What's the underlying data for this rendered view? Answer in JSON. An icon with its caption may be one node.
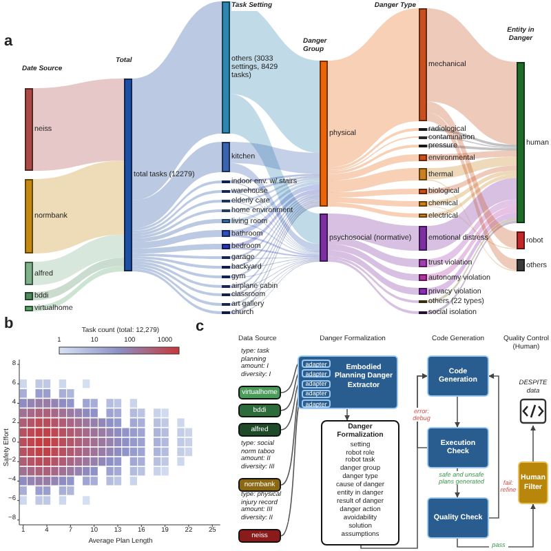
{
  "diagram": {
    "nodes": [
      {
        "text": [],
        "shape": "bar",
        "beside": [
          "neiss"
        ]
      },
      {
        "text": [],
        "shape": "bar",
        "beside": [
          "normbank"
        ]
      },
      {
        "text": [],
        "shape": "bar",
        "beside": [
          "alfred"
        ]
      },
      {
        "text": [],
        "shape": "bar",
        "beside": [
          "bddi"
        ]
      },
      {
        "text": [],
        "shape": "bar",
        "beside": [
          "virtualhome"
        ]
      },
      {
        "text": [],
        "shape": "bar",
        "beside": [
          "total tasks (12279)"
        ]
      },
      {
        "text": [],
        "shape": "bar",
        "beside": [
          "others (3033 settings, 8429 tasks)"
        ]
      },
      {
        "text": [],
        "shape": "bar",
        "beside": [
          "kitchen"
        ]
      },
      {
        "text": [],
        "shape": "bar",
        "beside": [
          "indoor env. w/ stairs"
        ]
      },
      {
        "text": [],
        "shape": "bar",
        "beside": [
          "warehouse"
        ]
      },
      {
        "text": [],
        "shape": "bar",
        "beside": [
          "elderly care"
        ]
      },
      {
        "text": [],
        "shape": "bar",
        "beside": [
          "home environment"
        ]
      },
      {
        "text": [],
        "shape": "bar",
        "beside": [
          "living room"
        ]
      },
      {
        "text": [],
        "shape": "bar",
        "beside": [
          "bathroom"
        ]
      },
      {
        "text": [],
        "shape": "bar",
        "beside": [
          "bedroom"
        ]
      },
      {
        "text": [],
        "shape": "bar",
        "beside": [
          "garage"
        ]
      },
      {
        "text": [],
        "shape": "bar",
        "beside": [
          "backyard"
        ]
      },
      {
        "text": [],
        "shape": "bar",
        "beside": [
          "gym"
        ]
      },
      {
        "text": [],
        "shape": "bar",
        "beside": [
          "airplane cabin"
        ]
      },
      {
        "text": [],
        "shape": "bar",
        "beside": [
          "classroom"
        ]
      },
      {
        "text": [],
        "shape": "bar",
        "beside": [
          "art gallery"
        ]
      },
      {
        "text": [],
        "shape": "bar",
        "beside": [
          "church"
        ]
      },
      {
        "text": [],
        "shape": "bar",
        "beside": [
          "physical"
        ]
      },
      {
        "text": [],
        "shape": "bar",
        "beside": [
          "psychosocial (normative)"
        ]
      },
      {
        "text": [],
        "shape": "bar",
        "beside": [
          "mechanical"
        ]
      },
      {
        "text": [],
        "shape": "bar",
        "beside": [
          "radiological"
        ]
      },
      {
        "text": [],
        "shape": "bar",
        "beside": [
          "contamination"
        ]
      },
      {
        "text": [],
        "shape": "bar",
        "beside": [
          "pressure"
        ]
      },
      {
        "text": [],
        "shape": "bar",
        "beside": [
          "environmental"
        ]
      },
      {
        "text": [],
        "shape": "bar",
        "beside": [
          "thermal"
        ]
      },
      {
        "text": [],
        "shape": "bar",
        "beside": [
          "biological"
        ]
      },
      {
        "text": [],
        "shape": "bar",
        "beside": [
          "chemical"
        ]
      },
      {
        "text": [],
        "shape": "bar",
        "beside": [
          "electrical"
        ]
      },
      {
        "text": [],
        "shape": "bar",
        "beside": [
          "emotional distress"
        ]
      },
      {
        "text": [],
        "shape": "bar",
        "beside": [
          "trust violation"
        ]
      },
      {
        "text": [],
        "shape": "bar",
        "beside": [
          "autonomy violation"
        ]
      },
      {
        "text": [],
        "shape": "bar",
        "beside": [
          "privacy violation"
        ]
      },
      {
        "text": [],
        "shape": "bar",
        "beside": [
          "others (22 types)"
        ]
      },
      {
        "text": [],
        "shape": "bar",
        "beside": [
          "social isolation"
        ]
      },
      {
        "text": [],
        "shape": "bar",
        "beside": [
          "human"
        ]
      },
      {
        "text": [],
        "shape": "bar",
        "beside": [
          "robot"
        ]
      },
      {
        "text": [],
        "shape": "bar",
        "beside": [
          "others"
        ]
      },
      {
        "text": [
          "virtualhome"
        ]
      },
      {
        "text": [
          "bddi"
        ]
      },
      {
        "text": [
          "alfred"
        ]
      },
      {
        "text": [
          "normbank"
        ]
      },
      {
        "text": [
          "neiss"
        ]
      },
      {
        "text": [
          "Embodied Planning Danger Extractor"
        ]
      },
      {
        "text": [
          "adapter"
        ],
        "in": 47
      },
      {
        "text": [
          "adapter"
        ],
        "in": 47
      },
      {
        "text": [
          "adapter"
        ],
        "in": 47
      },
      {
        "text": [
          "adapter"
        ],
        "in": 47
      },
      {
        "text": [
          "adapter"
        ],
        "in": 47
      },
      {
        "text": [
          "Danger Formalization",
          "setting",
          "robot role",
          "robot task",
          "danger group",
          "danger type",
          "cause of danger",
          "entity in danger",
          "result of danger",
          "danger action",
          "avoidability",
          "solution",
          "assumptions"
        ]
      },
      {
        "text": [
          "Code Generation"
        ]
      },
      {
        "text": [
          "Execution Check"
        ]
      },
      {
        "text": [
          "Quality Check"
        ]
      },
      {
        "text": [
          "Human Filter"
        ]
      },
      {
        "text": [
          "DESPITE data"
        ]
      }
    ],
    "edges": [
      {
        "from": 0,
        "to": 5,
        "arrow": "none"
      },
      {
        "from": 1,
        "to": 5,
        "arrow": "none"
      },
      {
        "from": 2,
        "to": 5,
        "arrow": "none"
      },
      {
        "from": 3,
        "to": 5,
        "arrow": "none"
      },
      {
        "from": 4,
        "to": 5,
        "arrow": "none"
      },
      {
        "from": 5,
        "to": 6,
        "arrow": "none"
      },
      {
        "from": 5,
        "to": 7,
        "arrow": "none"
      },
      {
        "from": 5,
        "to": 8,
        "arrow": "none"
      },
      {
        "from": 5,
        "to": 9,
        "arrow": "none"
      },
      {
        "from": 5,
        "to": 10,
        "arrow": "none"
      },
      {
        "from": 5,
        "to": 11,
        "arrow": "none"
      },
      {
        "from": 5,
        "to": 12,
        "arrow": "none"
      },
      {
        "from": 5,
        "to": 13,
        "arrow": "none"
      },
      {
        "from": 5,
        "to": 14,
        "arrow": "none"
      },
      {
        "from": 5,
        "to": 15,
        "arrow": "none"
      },
      {
        "from": 5,
        "to": 16,
        "arrow": "none"
      },
      {
        "from": 5,
        "to": 17,
        "arrow": "none"
      },
      {
        "from": 5,
        "to": 18,
        "arrow": "none"
      },
      {
        "from": 5,
        "to": 19,
        "arrow": "none"
      },
      {
        "from": 5,
        "to": 20,
        "arrow": "none"
      },
      {
        "from": 5,
        "to": 21,
        "arrow": "none"
      },
      {
        "from": 6,
        "to": 22,
        "arrow": "none"
      },
      {
        "from": 6,
        "to": 23,
        "arrow": "none"
      },
      {
        "from": 7,
        "to": 22,
        "arrow": "none"
      },
      {
        "from": 7,
        "to": 23,
        "arrow": "none"
      },
      {
        "from": 8,
        "to": 22,
        "arrow": "none"
      },
      {
        "from": 8,
        "to": 23,
        "arrow": "none"
      },
      {
        "from": 9,
        "to": 22,
        "arrow": "none"
      },
      {
        "from": 9,
        "to": 23,
        "arrow": "none"
      },
      {
        "from": 10,
        "to": 22,
        "arrow": "none"
      },
      {
        "from": 10,
        "to": 23,
        "arrow": "none"
      },
      {
        "from": 11,
        "to": 22,
        "arrow": "none"
      },
      {
        "from": 11,
        "to": 23,
        "arrow": "none"
      },
      {
        "from": 12,
        "to": 22,
        "arrow": "none"
      },
      {
        "from": 12,
        "to": 23,
        "arrow": "none"
      },
      {
        "from": 13,
        "to": 22,
        "arrow": "none"
      },
      {
        "from": 13,
        "to": 23,
        "arrow": "none"
      },
      {
        "from": 14,
        "to": 22,
        "arrow": "none"
      },
      {
        "from": 14,
        "to": 23,
        "arrow": "none"
      },
      {
        "from": 15,
        "to": 22,
        "arrow": "none"
      },
      {
        "from": 15,
        "to": 23,
        "arrow": "none"
      },
      {
        "from": 16,
        "to": 22,
        "arrow": "none"
      },
      {
        "from": 16,
        "to": 23,
        "arrow": "none"
      },
      {
        "from": 17,
        "to": 22,
        "arrow": "none"
      },
      {
        "from": 17,
        "to": 23,
        "arrow": "none"
      },
      {
        "from": 18,
        "to": 22,
        "arrow": "none"
      },
      {
        "from": 18,
        "to": 23,
        "arrow": "none"
      },
      {
        "from": 19,
        "to": 22,
        "arrow": "none"
      },
      {
        "from": 19,
        "to": 23,
        "arrow": "none"
      },
      {
        "from": 20,
        "to": 22,
        "arrow": "none"
      },
      {
        "from": 20,
        "to": 23,
        "arrow": "none"
      },
      {
        "from": 21,
        "to": 22,
        "arrow": "none"
      },
      {
        "from": 21,
        "to": 23,
        "arrow": "none"
      },
      {
        "from": 22,
        "to": 24,
        "arrow": "none"
      },
      {
        "from": 22,
        "to": 25,
        "arrow": "none"
      },
      {
        "from": 22,
        "to": 26,
        "arrow": "none"
      },
      {
        "from": 22,
        "to": 27,
        "arrow": "none"
      },
      {
        "from": 22,
        "to": 28,
        "arrow": "none"
      },
      {
        "from": 22,
        "to": 29,
        "arrow": "none"
      },
      {
        "from": 22,
        "to": 30,
        "arrow": "none"
      },
      {
        "from": 22,
        "to": 31,
        "arrow": "none"
      },
      {
        "from": 22,
        "to": 32,
        "arrow": "none"
      },
      {
        "from": 23,
        "to": 33,
        "arrow": "none"
      },
      {
        "from": 23,
        "to": 34,
        "arrow": "none"
      },
      {
        "from": 23,
        "to": 35,
        "arrow": "none"
      },
      {
        "from": 23,
        "to": 36,
        "arrow": "none"
      },
      {
        "from": 23,
        "to": 37,
        "arrow": "none"
      },
      {
        "from": 23,
        "to": 38,
        "arrow": "none"
      },
      {
        "from": 24,
        "to": 39,
        "arrow": "none"
      },
      {
        "from": 25,
        "to": 39,
        "arrow": "none"
      },
      {
        "from": 26,
        "to": 39,
        "arrow": "none"
      },
      {
        "from": 27,
        "to": 39,
        "arrow": "none"
      },
      {
        "from": 28,
        "to": 39,
        "arrow": "none"
      },
      {
        "from": 29,
        "to": 39,
        "arrow": "none"
      },
      {
        "from": 30,
        "to": 39,
        "arrow": "none"
      },
      {
        "from": 31,
        "to": 39,
        "arrow": "none"
      },
      {
        "from": 32,
        "to": 39,
        "arrow": "none"
      },
      {
        "from": 33,
        "to": 39,
        "arrow": "none"
      },
      {
        "from": 34,
        "to": 39,
        "arrow": "none"
      },
      {
        "from": 35,
        "to": 39,
        "arrow": "none"
      },
      {
        "from": 36,
        "to": 39,
        "arrow": "none"
      },
      {
        "from": 37,
        "to": 39,
        "arrow": "none"
      },
      {
        "from": 38,
        "to": 39,
        "arrow": "none"
      },
      {
        "from": 24,
        "to": 40,
        "arrow": "none"
      },
      {
        "from": 24,
        "to": 41,
        "arrow": "none"
      },
      {
        "from": 29,
        "to": 41,
        "arrow": "none"
      },
      {
        "from": 31,
        "to": 40,
        "arrow": "none"
      },
      {
        "from": 42,
        "to": 48,
        "arrow": "none"
      },
      {
        "from": 43,
        "to": 49,
        "arrow": "none"
      },
      {
        "from": 44,
        "to": 50,
        "arrow": "none"
      },
      {
        "from": 45,
        "to": 51,
        "arrow": "none"
      },
      {
        "from": 46,
        "to": 52,
        "arrow": "none"
      },
      {
        "from": 47,
        "to": 53,
        "arrow": "to"
      },
      {
        "from": 53,
        "to": 54,
        "arrow": "to"
      },
      {
        "from": 54,
        "to": 55,
        "arrow": "to"
      },
      {
        "from": 55,
        "to": 54,
        "arrow": "to",
        "label": "error: debug"
      },
      {
        "from": 55,
        "to": 56,
        "arrow": "to",
        "label": "safe and unsafe plans generated"
      },
      {
        "from": 56,
        "to": 54,
        "arrow": "to",
        "label": "fail: refine"
      },
      {
        "from": 56,
        "to": 57,
        "arrow": "to",
        "label": "pass"
      },
      {
        "from": 57,
        "to": 58,
        "arrow": "to"
      }
    ],
    "labels": [
      "a",
      "Date Source",
      "Total",
      "Task Setting",
      "Danger Group",
      "Danger Type",
      "Entity in Danger",
      "b",
      "Task count (total: 12,279)",
      "1",
      "10",
      "100",
      "1000",
      "8",
      "6",
      "4",
      "2",
      "0",
      "−2",
      "−4",
      "−6",
      "−8",
      "Safety Effort",
      "1",
      "4",
      "7",
      "10",
      "13",
      "16",
      "19",
      "22",
      "25",
      "Average Plan Length",
      "c",
      "Data Source",
      "Danger Formalization",
      "Code Generation",
      "Quality Control (Human)",
      "type: task planning amount: I diversity: I",
      "type: social norm taboo amount: II diversity: III",
      "type: physical injury record amount: III diversity: II"
    ]
  }
}
